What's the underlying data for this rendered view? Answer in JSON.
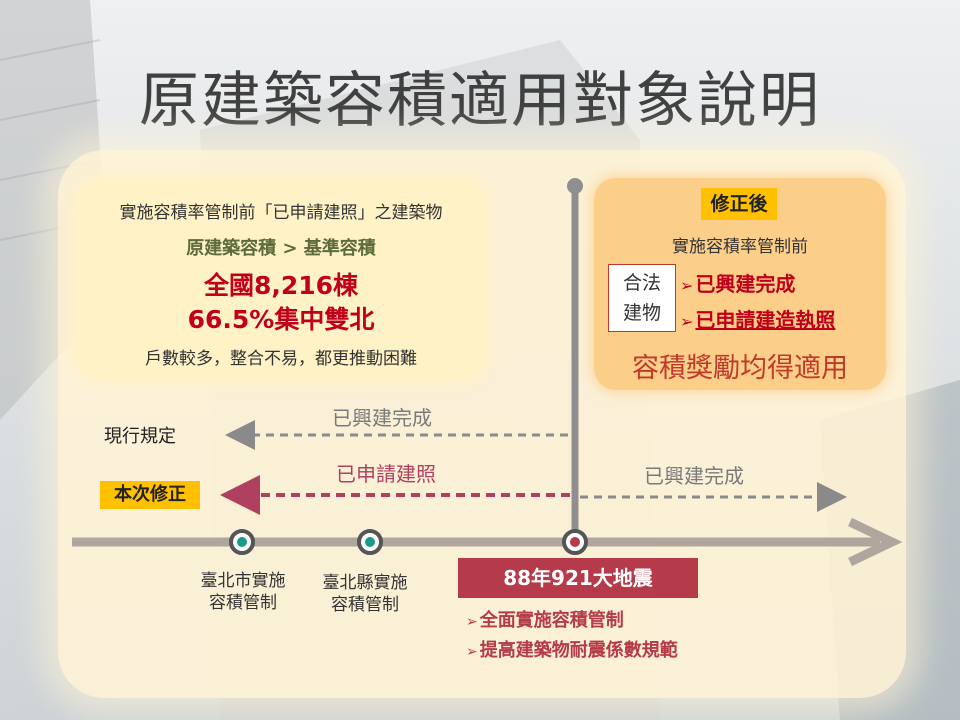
{
  "title": "原建築容積適用對象說明",
  "left_box": {
    "line1": "實施容積率管制前「已申請建照」之建築物",
    "line2": "原建築容積 > 基準容積",
    "line3": "全國8,216棟",
    "line4": "66.5%集中雙北",
    "line5": "戶數較多，整合不易，都更推動困難"
  },
  "right_box": {
    "badge": "修正後",
    "subtitle": "實施容積率管制前",
    "legal_line1": "合法",
    "legal_line2": "建物",
    "item1": "已興建完成",
    "item2": "已申請建造執照",
    "arrow_glyph": "➢",
    "bonus": "容積獎勵均得適用"
  },
  "timeline": {
    "current_rule_label": "現行規定",
    "amendment_label": "本次修正",
    "current_arrow_text": "已興建完成",
    "amend_left_text": "已申請建照",
    "amend_right_text": "已興建完成",
    "node1_line1": "臺北市實施",
    "node1_line2": "容積管制",
    "node2_line1": "臺北縣實施",
    "node2_line2": "容積管制",
    "quake": "88年921大地震",
    "quake_item1": "全面實施容積管制",
    "quake_item2": "提高建築物耐震係數規範"
  },
  "colors": {
    "accent_red": "#c0001a",
    "badge_yellow": "#ffc000",
    "quake_red": "#b53a4a",
    "axis_gray": "#b0a69e",
    "node_teal": "#1a9a8a"
  }
}
